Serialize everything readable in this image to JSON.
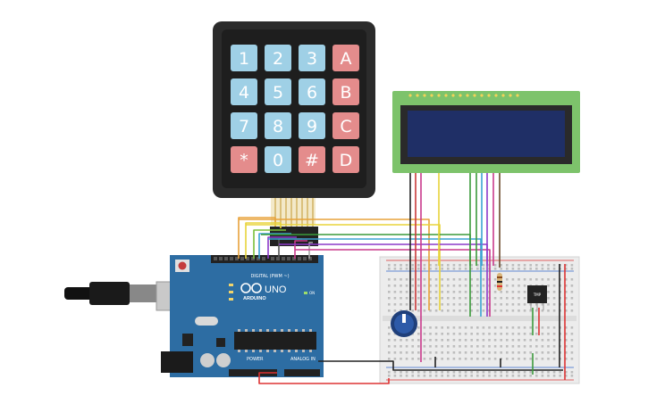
{
  "keypad": {
    "keys": [
      {
        "label": "1",
        "kind": "digit"
      },
      {
        "label": "2",
        "kind": "digit"
      },
      {
        "label": "3",
        "kind": "digit"
      },
      {
        "label": "A",
        "kind": "letter"
      },
      {
        "label": "4",
        "kind": "digit"
      },
      {
        "label": "5",
        "kind": "digit"
      },
      {
        "label": "6",
        "kind": "digit"
      },
      {
        "label": "B",
        "kind": "letter"
      },
      {
        "label": "7",
        "kind": "digit"
      },
      {
        "label": "8",
        "kind": "digit"
      },
      {
        "label": "9",
        "kind": "digit"
      },
      {
        "label": "C",
        "kind": "letter"
      },
      {
        "label": "*",
        "kind": "letter"
      },
      {
        "label": "0",
        "kind": "digit"
      },
      {
        "label": "#",
        "kind": "letter"
      },
      {
        "label": "D",
        "kind": "letter"
      }
    ]
  },
  "arduino": {
    "model": "UNO",
    "brand": "ARDUINO",
    "digital_label": "DIGITAL (PWM ~)",
    "power_label": "POWER",
    "analog_label": "ANALOG IN",
    "on_label": "ON"
  },
  "sensor": {
    "label": "TMP"
  },
  "colors": {
    "board": "#2d6da3",
    "keypad_body": "#2b2b2b",
    "key_digit": "#9fd0e6",
    "key_letter": "#e48c8c",
    "lcd_pcb": "#7dc36b",
    "lcd_screen": "#1f2f66",
    "breadboard": "#ececec"
  }
}
